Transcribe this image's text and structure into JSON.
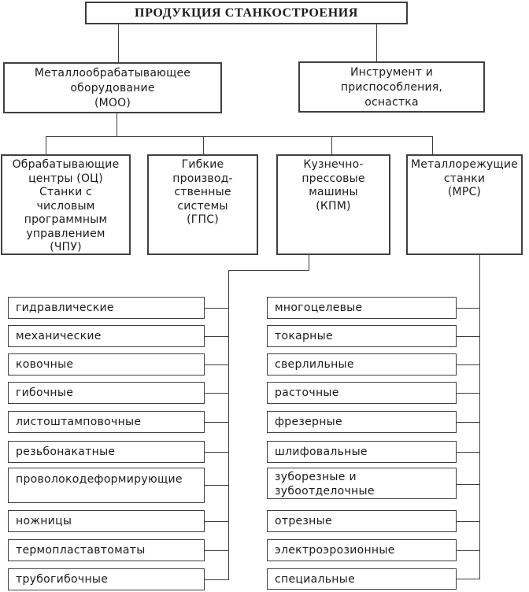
{
  "title": "ПРОДУКЦИЯ СТАНКОСТРОЕНИЯ",
  "nodes": {
    "moo": {
      "label": "Металлообрабатывающее\nоборудование\n(МОО)"
    },
    "tools": {
      "label": "Инструмент и\nприспособления,\nоснастка"
    },
    "oc": {
      "label": "Обрабатывающие\nцентры (ОЦ)\nСтанки с\nчисловым\nпрограммным\nуправлением\n(ЧПУ)"
    },
    "gps": {
      "label": "Гибкие\nпроизвод-\nственные\nсистемы\n(ГПС)"
    },
    "kpm": {
      "label": "Кузнечно-\nпрессовые\nмашины\n(КПМ)"
    },
    "mrs": {
      "label": "Металлорежущие\nстанки\n(МРС)"
    }
  },
  "kpm_items": [
    "гидравлические",
    "механические",
    "ковочные",
    "гибочные",
    "листоштамповочные",
    "резьбонакатные",
    "проволокодеформирующие",
    "ножницы",
    "термопластавтоматы",
    "трубогибочные"
  ],
  "mrs_items": [
    "многоцелевые",
    "токарные",
    "сверлильные",
    "расточные",
    "фрезерные",
    "шлифовальные",
    "зуборезные и\nзубоотделочные",
    "отрезные",
    "электроэрозионные",
    "специальные"
  ],
  "colors": {
    "line": "#3f3f3f",
    "text": "#1b1b1b",
    "background": "#ffffff"
  }
}
